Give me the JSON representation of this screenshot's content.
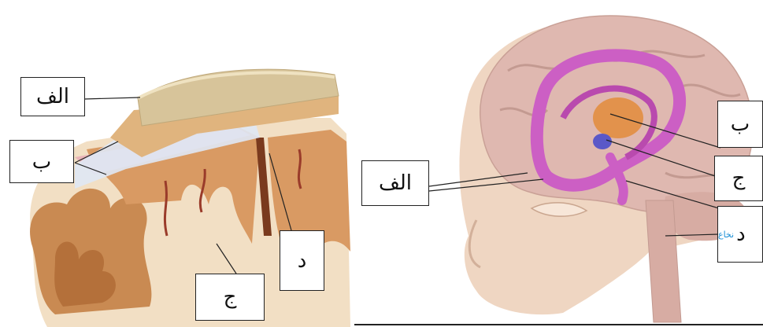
{
  "left_diagram": {
    "labels": {
      "a": "الف",
      "b": "ب",
      "c": "ج",
      "d": "د"
    }
  },
  "right_diagram": {
    "labels": {
      "a": "الف",
      "b": "ب",
      "c": "ج",
      "d": "د"
    },
    "medulla_tag": "نخاع"
  },
  "colors": {
    "skin": "#d9b58e",
    "bone": "#d7c49a",
    "cortex": "#c98a52",
    "white_matter": "#f2dfc4",
    "pia": "#e9b4b8",
    "limbic": "#cc5fc4",
    "thalamus": "#e2924c",
    "brain_pink": "#dfb8b0",
    "face": "#efd6c2"
  }
}
